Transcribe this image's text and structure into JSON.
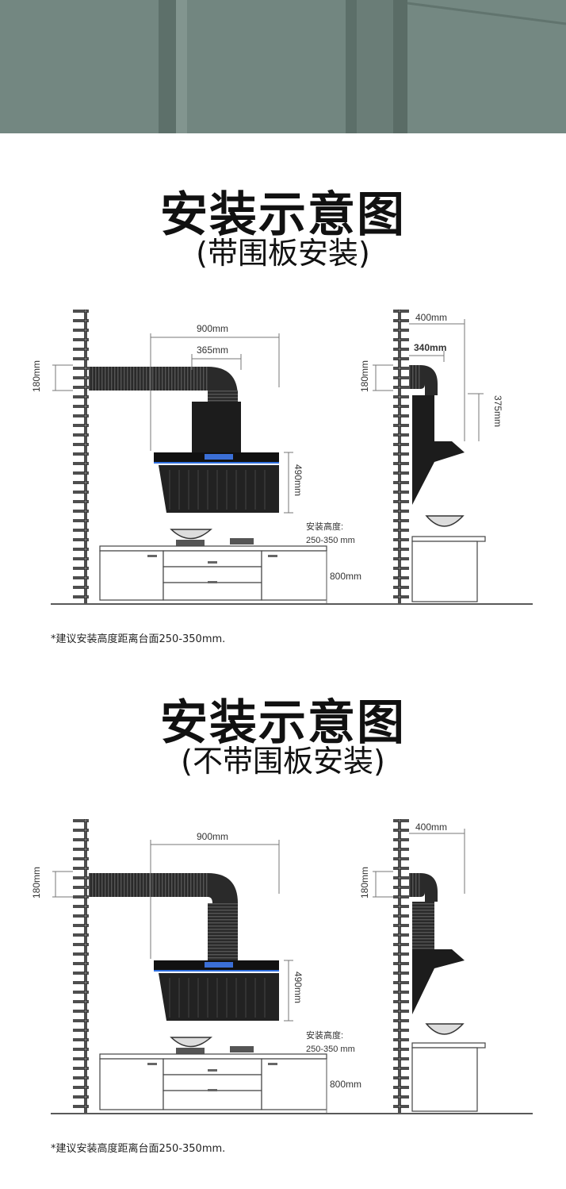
{
  "banner": {
    "description": ""
  },
  "section1": {
    "title": "安装示意图",
    "subtitle": "(带围板安装)",
    "labels": {
      "width_900": "900mm",
      "width_365": "365mm",
      "height_180": "180mm",
      "height_490": "490mm",
      "install_height_label": "安装高度:",
      "install_height_value": "250-350 mm",
      "counter_800": "800mm",
      "side_400": "400mm",
      "side_340": "340mm",
      "side_180": "180mm",
      "side_375": "375mm"
    },
    "note": "*建议安装高度距离台面250-350mm."
  },
  "section2": {
    "title": "安装示意图",
    "subtitle": "(不带围板安装)",
    "labels": {
      "width_900": "900mm",
      "height_180": "180mm",
      "height_490": "490mm",
      "install_height_label": "安装高度:",
      "install_height_value": "250-350 mm",
      "counter_800": "800mm",
      "side_400": "400mm",
      "side_180": "180mm"
    },
    "note": "*建议安装高度距离台面250-350mm."
  },
  "colors": {
    "banner": "#6f847d",
    "hood": "#1a1a1a",
    "accent_blue": "#2f6fe0"
  }
}
